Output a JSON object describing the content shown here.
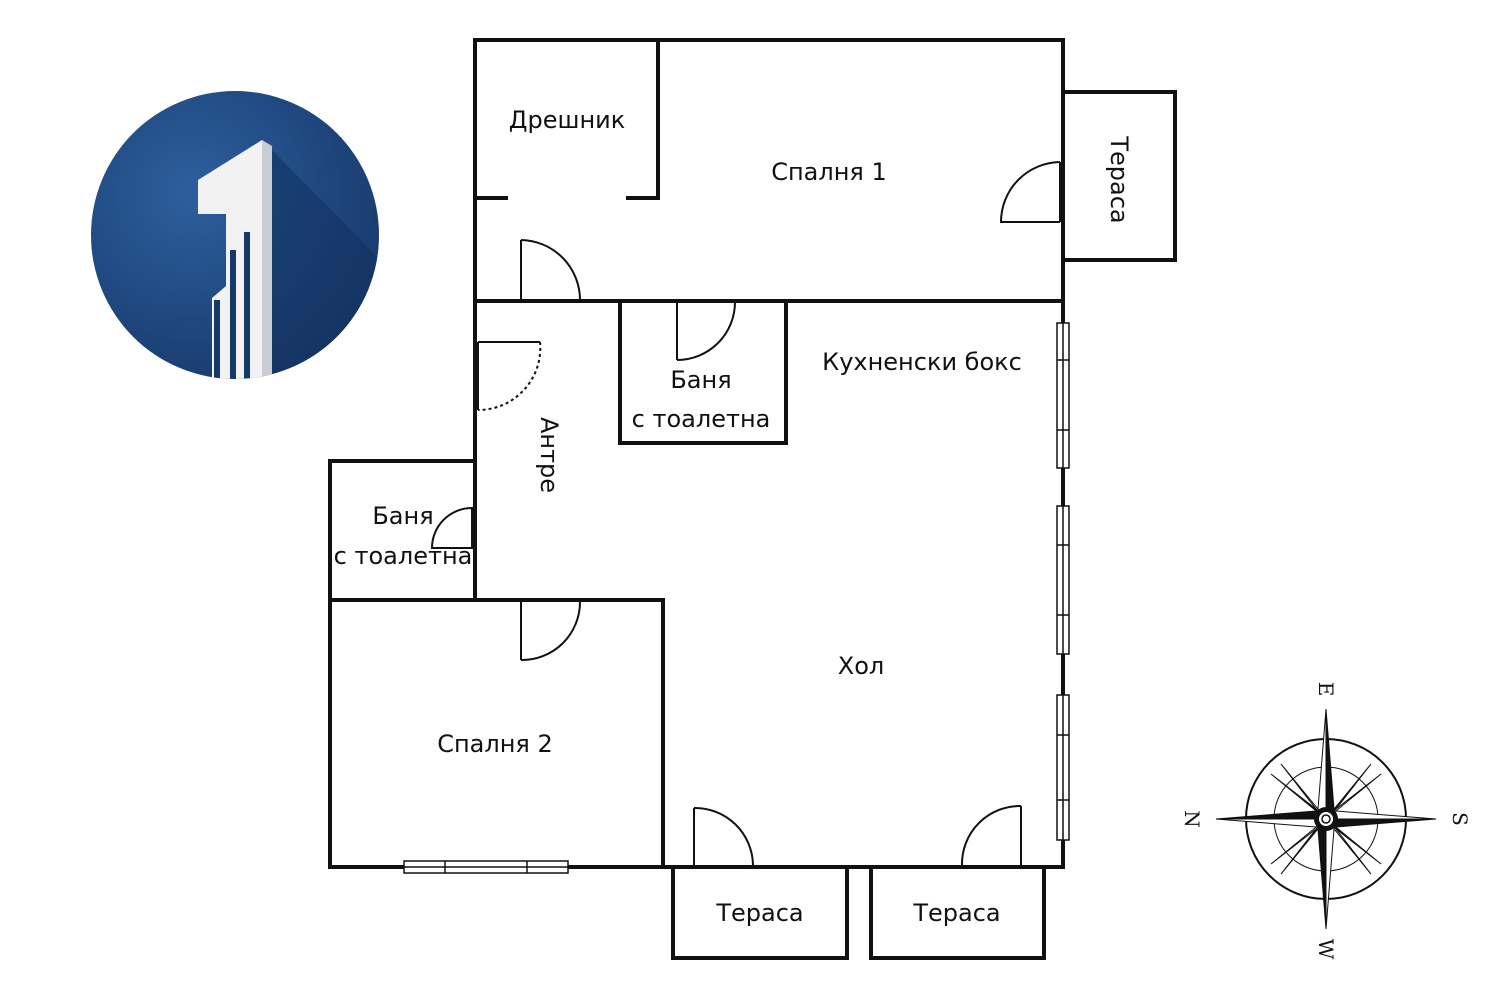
{
  "plan": {
    "rooms": {
      "wardrobe": "Дрешник",
      "bedroom1": "Спалня 1",
      "terrace_right": "Тераса",
      "bath1_line1": "Баня",
      "bath1_line2": "с тоалетна",
      "kitchen": "Кухненски бокс",
      "hallway": "Антре",
      "bath2_line1": "Баня",
      "bath2_line2": "с тоалетна",
      "living": "Хол",
      "bedroom2": "Спалня 2",
      "terrace_bottom_left": "Тераса",
      "terrace_bottom_right": "Тераса"
    }
  },
  "compass": {
    "north": "N",
    "east": "E",
    "south": "S",
    "west": "W"
  },
  "logo": {
    "digit": "1",
    "bg_color": "#1f4a86",
    "fg_color": "#f2f2f2"
  }
}
